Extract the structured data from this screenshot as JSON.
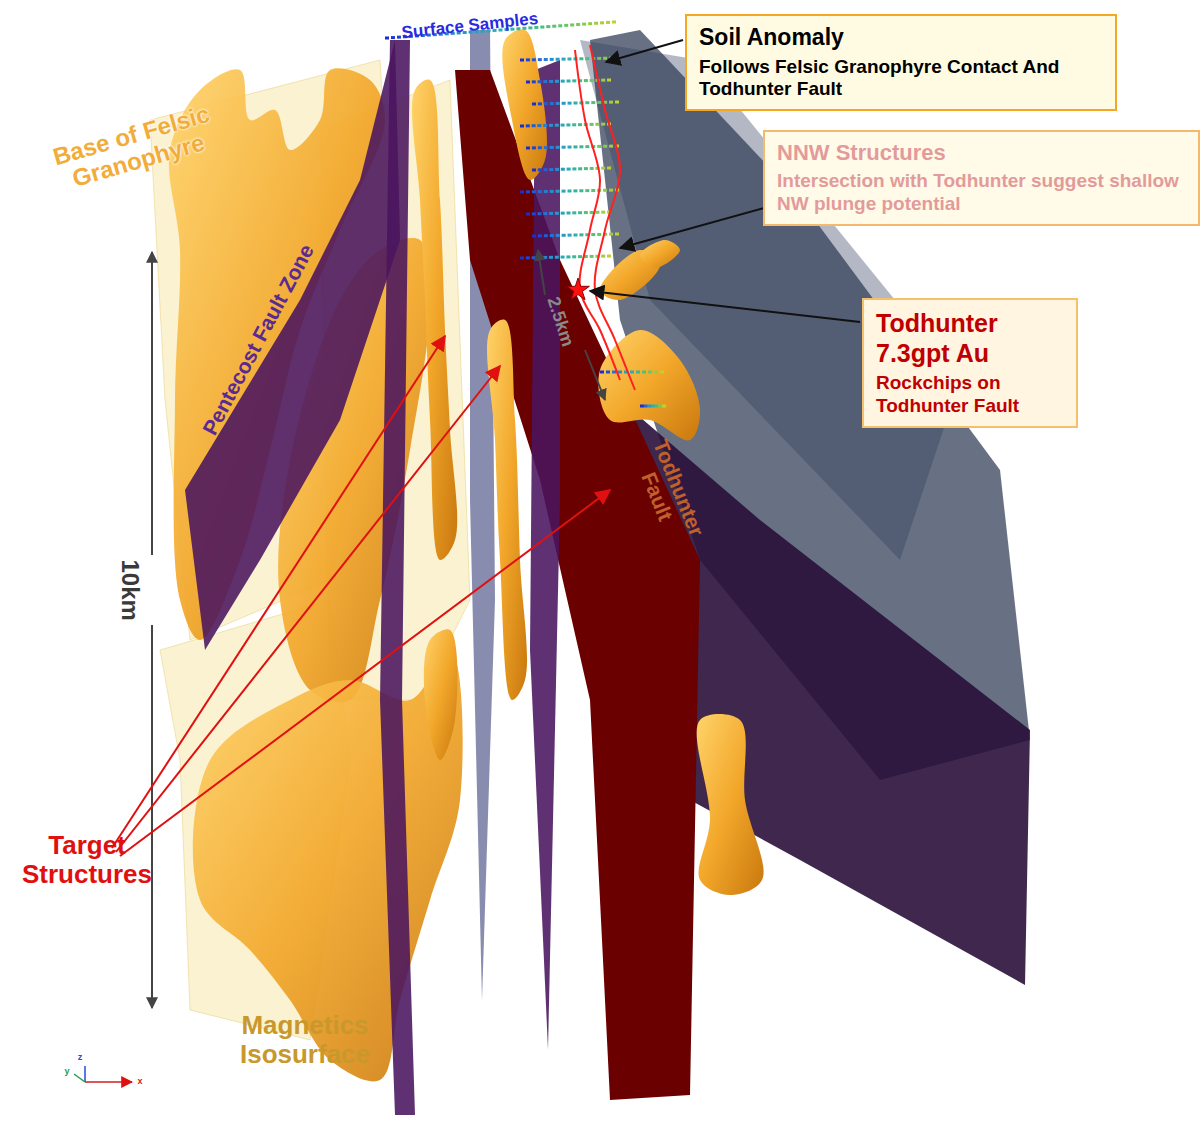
{
  "diagram": {
    "nodes": [
      {
        "text": [
          "Soil Anomaly",
          "Follows Felsic Granophyre Contact And Todhunter Fault"
        ]
      },
      {
        "text": [
          "NNW Structures",
          "Intersection with Todhunter suggest shallow NW plunge potential"
        ]
      },
      {
        "text": [
          "Todhunter 7.3gpt Au",
          "Rockchips on Todhunter Fault"
        ]
      }
    ],
    "edges": [],
    "labels": [
      "Surface Samples",
      "Base of Felsic Granophyre",
      "Pentecost Fault Zone",
      "2.5km",
      "Todhunter Fault",
      "10km",
      "Target Structures",
      "Magnetics Isosurface",
      "z",
      "y",
      "x"
    ]
  }
}
